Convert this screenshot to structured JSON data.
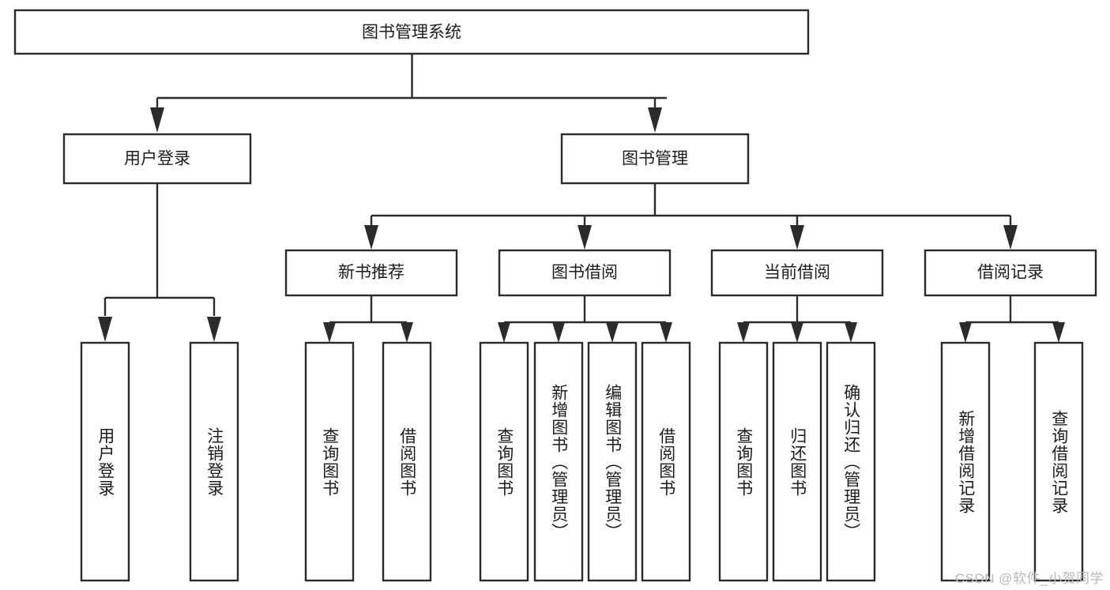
{
  "diagram": {
    "type": "tree",
    "title": "图书管理系统",
    "watermark": "CSDN @软件_小贺同学",
    "colors": {
      "background": "#ffffff",
      "stroke": "#2b2b2b",
      "text": "#1c1c1c",
      "watermark": "#b9b9b9"
    },
    "nodes": {
      "root": {
        "label": "图书管理系统"
      },
      "level2": [
        {
          "id": "user-login",
          "label": "用户登录"
        },
        {
          "id": "book-manage",
          "label": "图书管理"
        }
      ],
      "level3": [
        {
          "id": "new-book-recommend",
          "label": "新书推荐"
        },
        {
          "id": "book-borrow",
          "label": "图书借阅"
        },
        {
          "id": "current-borrow",
          "label": "当前借阅"
        },
        {
          "id": "borrow-record",
          "label": "借阅记录"
        }
      ],
      "leaves": {
        "user-login": [
          {
            "id": "leaf-user-login",
            "label": "用户登录"
          },
          {
            "id": "leaf-logout",
            "label": "注销登录"
          }
        ],
        "new-book-recommend": [
          {
            "id": "leaf-query-book-1",
            "label": "查询图书"
          },
          {
            "id": "leaf-borrow-book-1",
            "label": "借阅图书"
          }
        ],
        "book-borrow": [
          {
            "id": "leaf-query-book-2",
            "label": "查询图书"
          },
          {
            "id": "leaf-add-book",
            "label": "新增图书（管理员）"
          },
          {
            "id": "leaf-edit-book",
            "label": "编辑图书（管理员）"
          },
          {
            "id": "leaf-borrow-book-2",
            "label": "借阅图书"
          }
        ],
        "current-borrow": [
          {
            "id": "leaf-query-book-3",
            "label": "查询图书"
          },
          {
            "id": "leaf-return-book",
            "label": "归还图书"
          },
          {
            "id": "leaf-confirm-return",
            "label": "确认归还（管理员）"
          }
        ],
        "borrow-record": [
          {
            "id": "leaf-add-record",
            "label": "新增借阅记录"
          },
          {
            "id": "leaf-query-record",
            "label": "查询借阅记录"
          }
        ]
      }
    }
  }
}
